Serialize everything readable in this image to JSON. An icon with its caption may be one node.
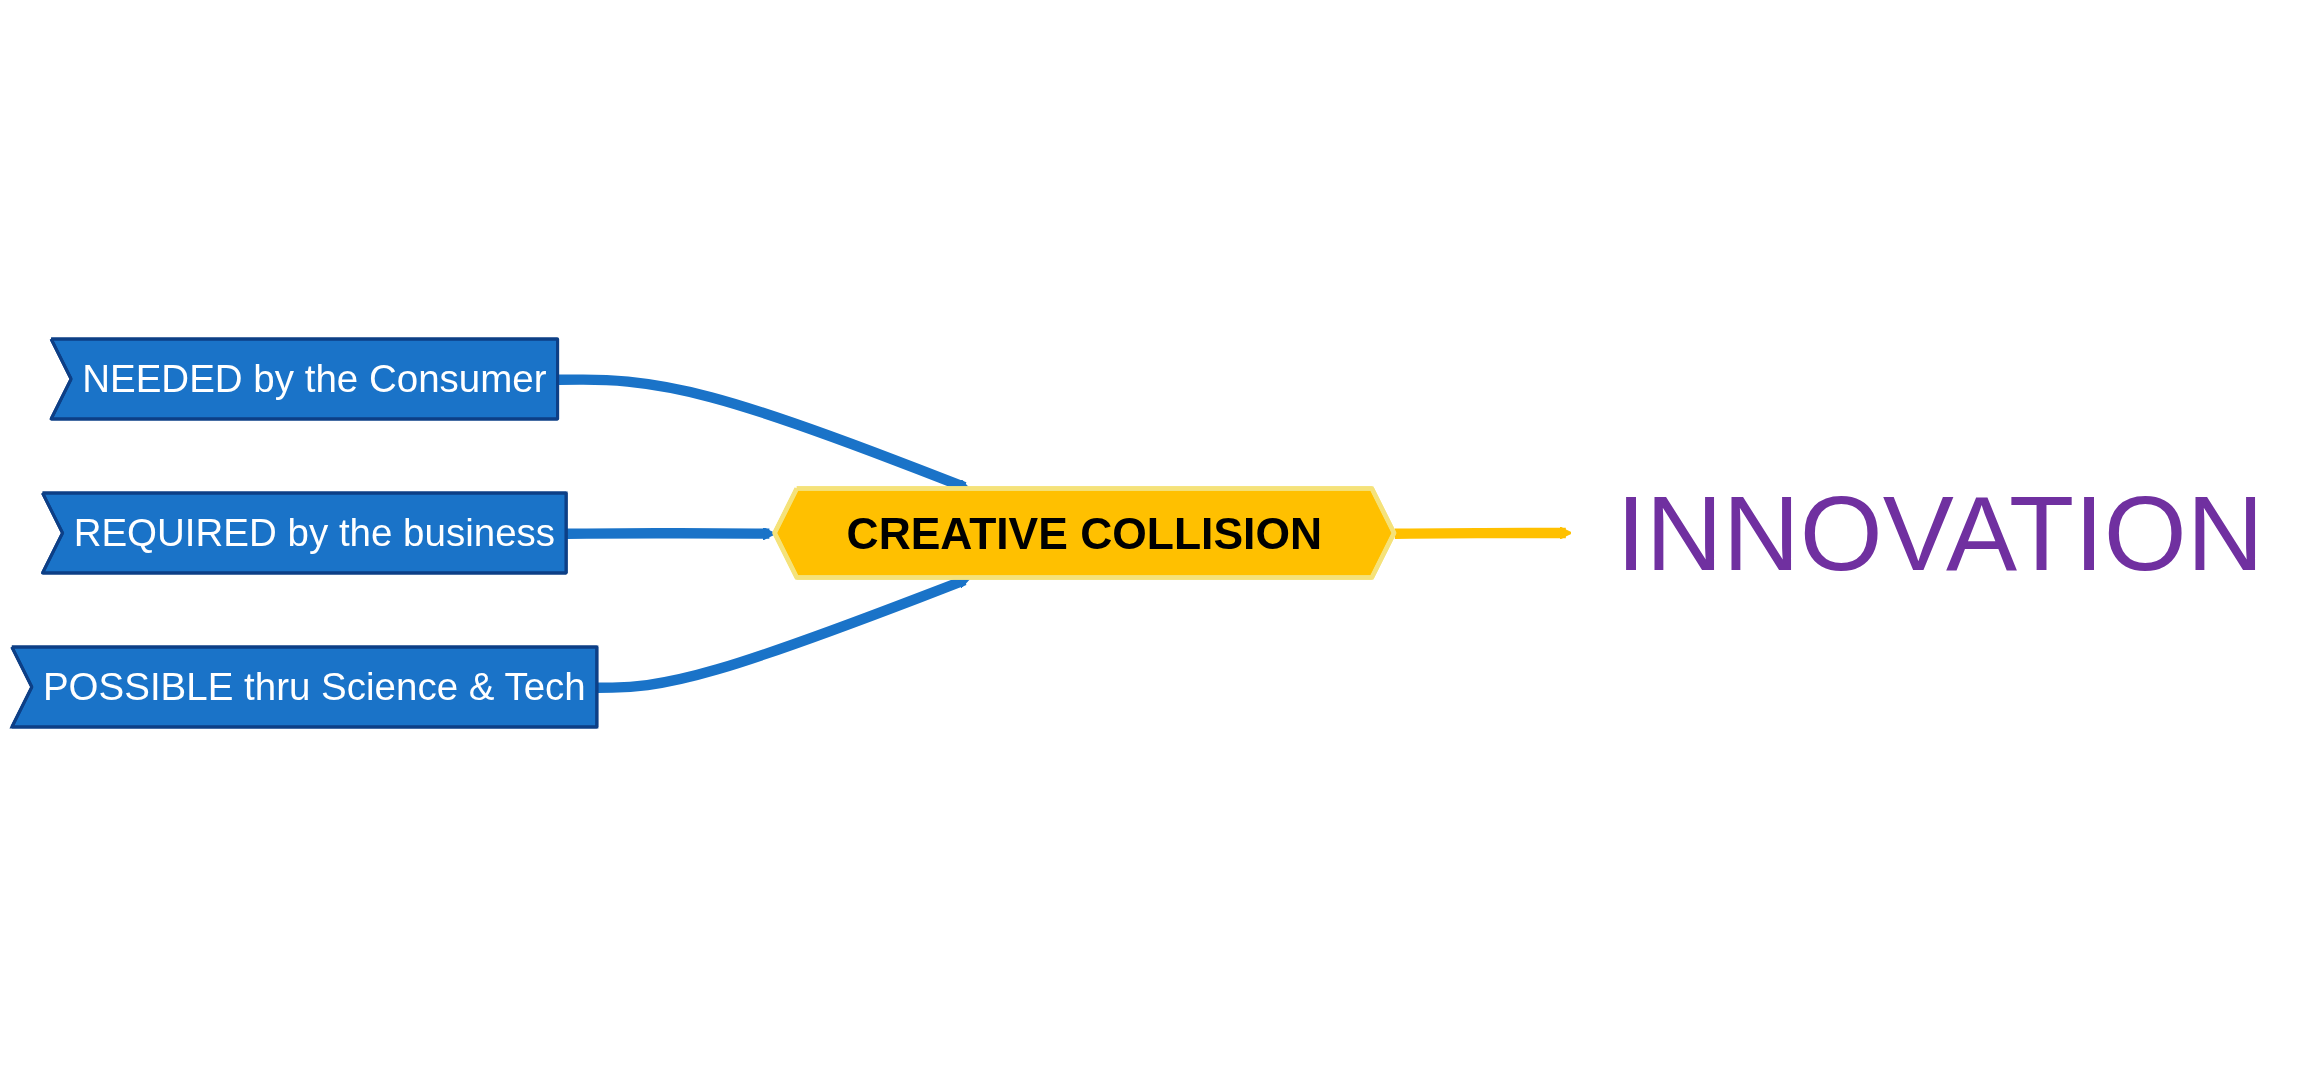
{
  "diagram": {
    "nodes": [
      {
        "text": [
          "NEEDED by the Consumer"
        ]
      },
      {
        "text": [
          "REQUIRED by the business"
        ]
      },
      {
        "text": [
          "POSSIBLE thru Science & Tech"
        ]
      },
      {
        "text": [
          "CREATIVE COLLISION"
        ]
      },
      {
        "text": [
          "INNOVATION"
        ]
      }
    ],
    "edges": [
      {
        "from": 0,
        "to": 3,
        "arrow": "to"
      },
      {
        "from": 1,
        "to": 3,
        "arrow": "to"
      },
      {
        "from": 2,
        "to": 3,
        "arrow": "to"
      },
      {
        "from": 3,
        "to": 4,
        "arrow": "to",
        "color": "#ffc000"
      }
    ]
  }
}
